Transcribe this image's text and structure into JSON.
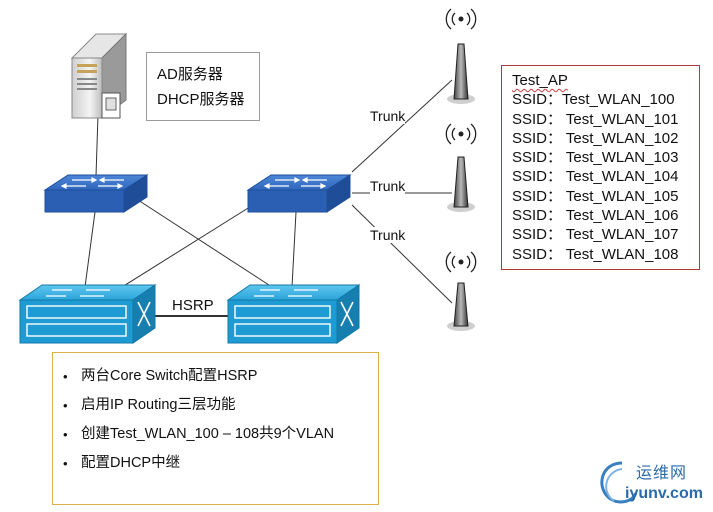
{
  "servers": {
    "lines": [
      "AD服务器",
      "DHCP服务器"
    ],
    "icon": "server-tower-icon"
  },
  "links": {
    "trunk_1": "Trunk",
    "trunk_2": "Trunk",
    "trunk_3": "Trunk",
    "hsrp": "HSRP"
  },
  "ap_box": {
    "title": "Test_AP",
    "ssids": [
      "SSID：Test_WLAN_100",
      "SSID： Test_WLAN_101",
      "SSID： Test_WLAN_102",
      "SSID： Test_WLAN_103",
      "SSID： Test_WLAN_104",
      "SSID： Test_WLAN_105",
      "SSID： Test_WLAN_106",
      "SSID： Test_WLAN_107",
      "SSID： Test_WLAN_108"
    ]
  },
  "notes": [
    "两台Core Switch配置HSRP",
    "启用IP Routing三层功能",
    "创建Test_WLAN_100 – 108共9个VLAN",
    "配置DHCP中继"
  ],
  "watermark": {
    "cn": "运维网",
    "en": "iyunv.com",
    "icon": "swirl-logo-icon"
  },
  "colors": {
    "switch_blue": "#2f6fc2",
    "core_cyan": "#1f9bd3",
    "ssid_border": "#b03a3a",
    "notes_border": "#d9b34a",
    "watermark": "#2b6aa8"
  }
}
